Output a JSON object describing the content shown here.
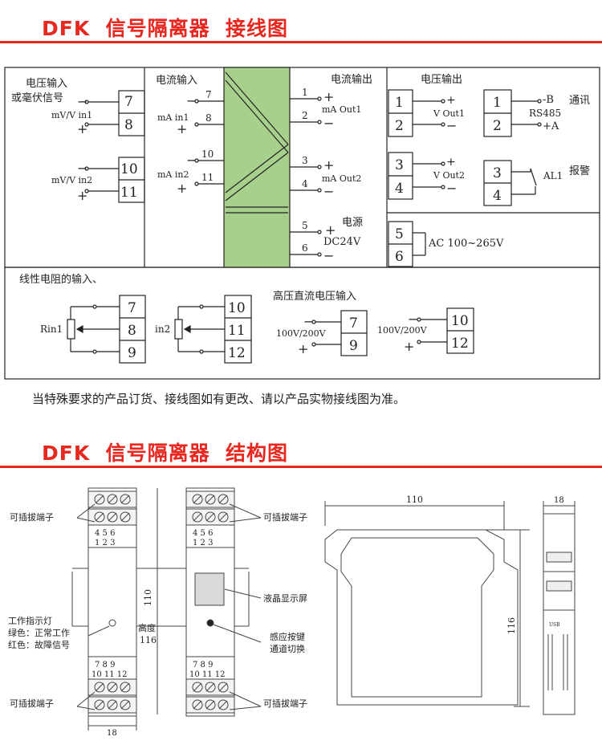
{
  "headings": {
    "wiring": "DFK  信号隔离器  接线图",
    "structure": "DFK  信号隔离器  结构图"
  },
  "wiring": {
    "voltage_input": {
      "title": "电压输入",
      "subtitle": "或毫伏信号",
      "ch1": "mV/V in1",
      "ch2": "mV/V in2",
      "terminals": [
        "7",
        "8",
        "10",
        "11"
      ]
    },
    "current_input": {
      "title": "电流输入",
      "ch1": "mA in1",
      "ch2": "mA in2",
      "pins": [
        "7",
        "8",
        "10",
        "11"
      ]
    },
    "current_output": {
      "title": "电流输出",
      "out1": "mA Out1",
      "out2": "mA Out2",
      "pins": [
        "1",
        "2",
        "3",
        "4"
      ]
    },
    "power": {
      "title": "电源",
      "dc": "DC24V",
      "pins": [
        "5",
        "6"
      ],
      "ac": "AC 100~265V"
    },
    "voltage_output": {
      "title": "电压输出",
      "out1": "V Out1",
      "out2": "V Out2",
      "terminals": [
        "1",
        "2",
        "3",
        "4",
        "5",
        "6"
      ]
    },
    "comm": {
      "title": "通讯",
      "proto": "RS485",
      "b": "-B",
      "a": "+A",
      "terminals": [
        "1",
        "2"
      ]
    },
    "alarm": {
      "title": "报警",
      "label": "AL1",
      "terminals": [
        "3",
        "4"
      ]
    },
    "rtd": {
      "title": "线性电阻的输入、",
      "rin1": "Rin1",
      "in2": "in2",
      "terminals": [
        "7",
        "8",
        "9",
        "10",
        "11",
        "12"
      ]
    },
    "hv": {
      "title": "高压直流电压输入",
      "label1": "100V/200V",
      "label2": "100V/200V",
      "terminals": [
        "7",
        "9",
        "10",
        "12"
      ]
    },
    "plus": "+",
    "minus": "−",
    "note": "当特殊要求的产品订货、接线图如有更改、请以产品实物接线图为准。"
  },
  "structure": {
    "pluggable": "可插拔端子",
    "top_pins_row1": "4  5  6",
    "top_pins_row2": "1  2  3",
    "bottom_pins_row1": "7  8  9",
    "bottom_pins_row2": "10  11  12",
    "indicator": "工作指示灯",
    "green": "绿色：正常工作",
    "red": "红色：故障信号",
    "height_label": "高度",
    "height_value": "116",
    "dim_110": "110",
    "dim_116": "116",
    "dim_18": "18",
    "lcd": "液晶显示屏",
    "key1": "感应按键",
    "key2": "通道切换",
    "usb": "USB"
  }
}
